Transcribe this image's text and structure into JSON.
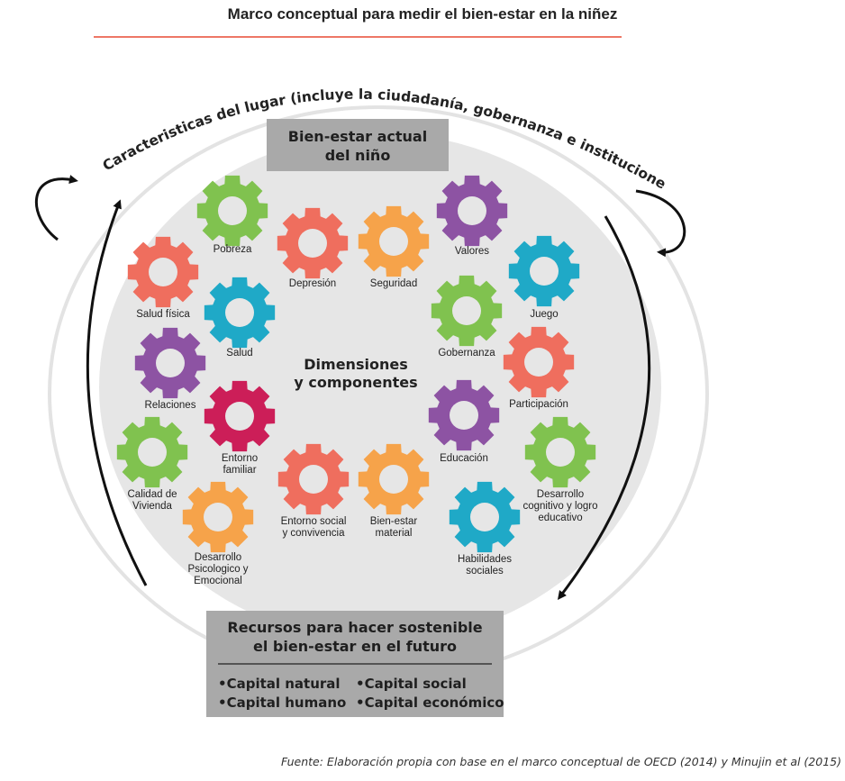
{
  "title": "Marco conceptual para medir el bien-estar en la niñez",
  "arc_label": "Caracteristicas del lugar (incluye la ciudadanía, gobernanza e instituciones)",
  "top_box": {
    "lines": [
      "Bien-estar actual",
      "del niño"
    ]
  },
  "center": {
    "lines": [
      "Dimensiones",
      "y componentes"
    ]
  },
  "bottom_box": {
    "title_lines": [
      "Recursos para hacer sostenible",
      "el bien-estar en el futuro"
    ],
    "items": [
      "•Capital natural",
      "•Capital social",
      "•Capital humano",
      "•Capital económico"
    ]
  },
  "gears": [
    {
      "label": [
        "Pobreza"
      ],
      "color": "#80c24f"
    },
    {
      "label": [
        "Depresión"
      ],
      "color": "#ef6e5e"
    },
    {
      "label": [
        "Seguridad"
      ],
      "color": "#f6a34a"
    },
    {
      "label": [
        "Valores"
      ],
      "color": "#8d53a3"
    },
    {
      "label": [
        "Salud física"
      ],
      "color": "#ef6e5e"
    },
    {
      "label": [
        "Salud"
      ],
      "color": "#1fa9c7"
    },
    {
      "label": [
        "Juego"
      ],
      "color": "#1fa9c7"
    },
    {
      "label": [
        "Gobernanza"
      ],
      "color": "#80c24f"
    },
    {
      "label": [
        "Relaciones"
      ],
      "color": "#8d53a3"
    },
    {
      "label": [
        "Participación"
      ],
      "color": "#ef6e5e"
    },
    {
      "label": [
        "Entorno",
        "familiar"
      ],
      "color": "#cc1e58"
    },
    {
      "label": [
        "Calidad de",
        "Vivienda"
      ],
      "color": "#80c24f"
    },
    {
      "label": [
        "Educación"
      ],
      "color": "#8d53a3"
    },
    {
      "label": [
        "Desarrollo",
        "cognitivo y logro",
        "educativo"
      ],
      "color": "#80c24f"
    },
    {
      "label": [
        "Entorno social",
        "y convivencia"
      ],
      "color": "#ef6e5e"
    },
    {
      "label": [
        "Bien-estar",
        "material"
      ],
      "color": "#f6a34a"
    },
    {
      "label": [
        "Desarrollo",
        "Psicologico y",
        "Emocional"
      ],
      "color": "#f6a34a"
    },
    {
      "label": [
        "Habilidades",
        "sociales"
      ],
      "color": "#1fa9c7"
    }
  ],
  "source": "Fuente: Elaboración propia con base en el marco conceptual de OECD (2014) y Minujin et al (2015)"
}
